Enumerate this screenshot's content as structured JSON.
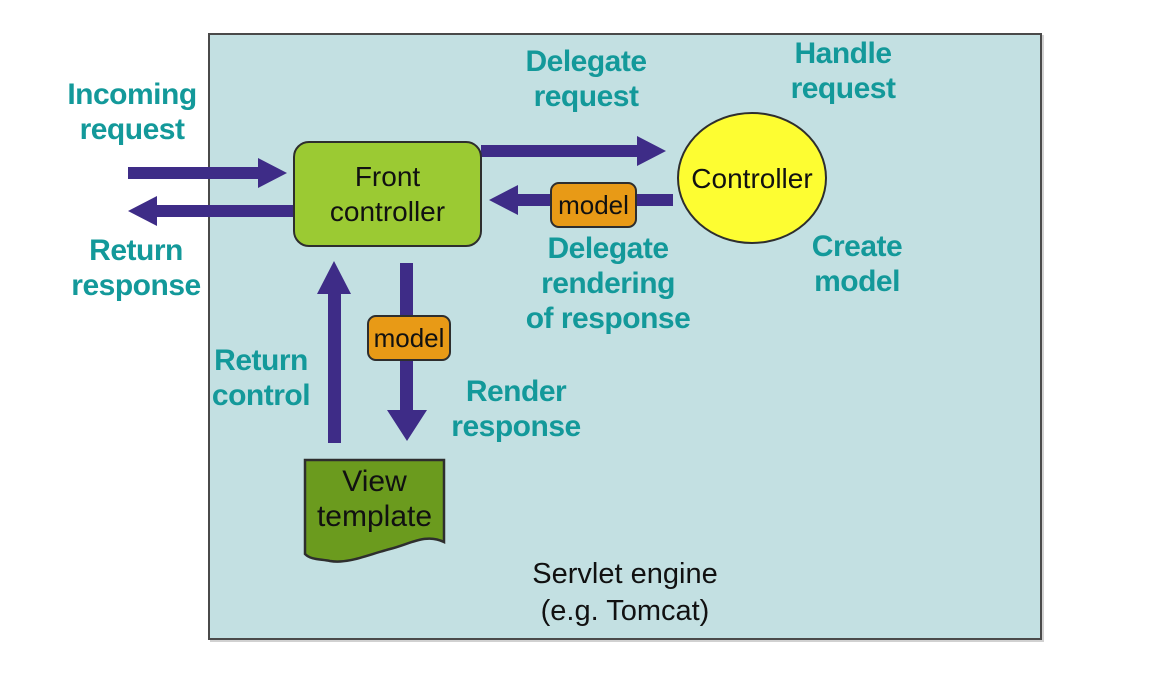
{
  "colors": {
    "canvas_bg": "#ffffff",
    "engine_box_fill": "#c3e0e2",
    "engine_box_border": "#4a4a4a",
    "arrow": "#3e2c87",
    "teal_text": "#13999a",
    "front_controller_fill": "#9bca33",
    "controller_fill": "#fdfd32",
    "model_fill": "#e89a16",
    "view_template_fill": "#6b9b1e",
    "node_border": "#2e2e2e",
    "black_text": "#111111"
  },
  "labels": {
    "incoming_request": {
      "line1": "Incoming",
      "line2": "request"
    },
    "return_response": {
      "line1": "Return",
      "line2": "response"
    },
    "delegate_request": {
      "line1": "Delegate",
      "line2": "request"
    },
    "handle_request": {
      "line1": "Handle",
      "line2": "request"
    },
    "delegate_rendering": {
      "line1": "Delegate",
      "line2": "rendering",
      "line3": "of response"
    },
    "create_model": {
      "line1": "Create",
      "line2": "model"
    },
    "return_control": {
      "line1": "Return",
      "line2": "control"
    },
    "render_response": {
      "line1": "Render",
      "line2": "response"
    }
  },
  "nodes": {
    "front_controller": {
      "line1": "Front",
      "line2": "controller"
    },
    "controller": {
      "label": "Controller"
    },
    "model_top": {
      "label": "model"
    },
    "model_bottom": {
      "label": "model"
    },
    "view_template": {
      "line1": "View",
      "line2": "template"
    }
  },
  "engine": {
    "line1": "Servlet engine",
    "line2": "(e.g. Tomcat)"
  }
}
